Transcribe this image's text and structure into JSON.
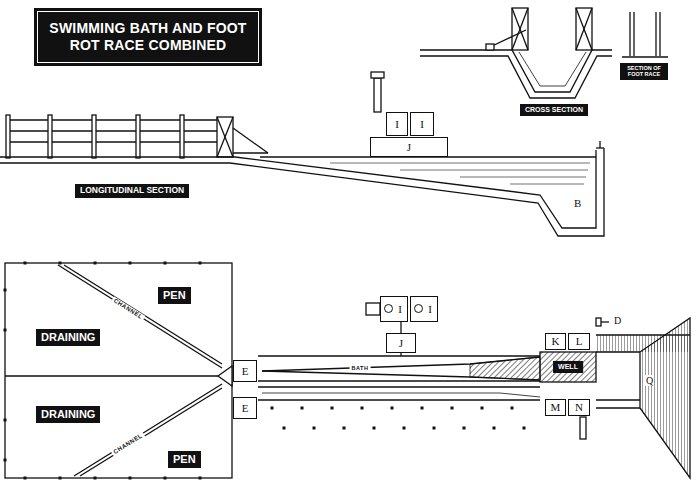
{
  "diagram": {
    "title": "SWIMMING BATH AND FOOT ROT RACE COMBINED",
    "nodes": [
      {
        "text": [
          "I"
        ]
      },
      {
        "text": [
          "I"
        ]
      },
      {
        "text": [
          "J"
        ]
      },
      {
        "text": [
          "I"
        ]
      },
      {
        "text": [
          "I"
        ]
      },
      {
        "text": [
          "J"
        ]
      },
      {
        "text": [
          "K"
        ]
      },
      {
        "text": [
          "L"
        ]
      },
      {
        "text": [
          "E"
        ]
      },
      {
        "text": [
          "E"
        ]
      },
      {
        "text": [
          "M"
        ]
      },
      {
        "text": [
          "N"
        ]
      }
    ],
    "labels": [
      "LONGITUDINAL SECTION",
      "CROSS SECTION",
      "SECTION OF FOOT RACE",
      "B",
      "PEN",
      "CHANNEL",
      "DRAINING",
      "DRAINING",
      "CHANNEL",
      "PEN",
      "BATH",
      "WELL",
      "D",
      "Q"
    ]
  }
}
